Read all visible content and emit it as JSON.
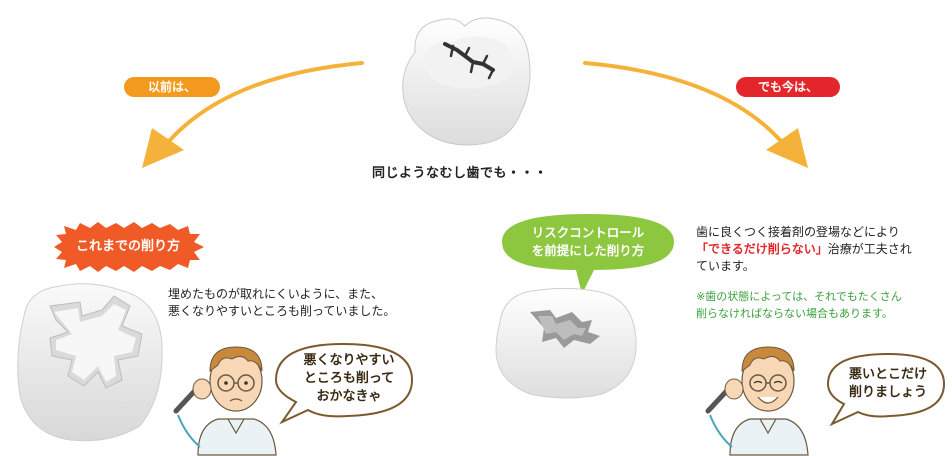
{
  "center": {
    "caption": "同じようなむし歯でも・・・"
  },
  "left": {
    "pill_label": "以前は、",
    "burst_label": "これまでの削り方",
    "description": [
      "埋めたものが取れにくいように、また、",
      "悪くなりやすいところも削っていました。"
    ],
    "speech": [
      "悪くなりやすい",
      "ところも削って",
      "おかなきゃ"
    ]
  },
  "right": {
    "pill_label": "でも今は、",
    "callout": [
      "リスクコントロール",
      "を前提にした削り方"
    ],
    "desc_line1": "歯に良くつく接着剤の登場などにより",
    "desc_highlight": "「できるだけ削らない」",
    "desc_after_highlight": "治療が工夫され",
    "desc_line3": "ています。",
    "note": [
      "※歯の状態によっては、それでもたくさん",
      "削らなければならない場合もあります。"
    ],
    "speech": [
      "悪いとこだけ",
      "削りましょう"
    ]
  },
  "colors": {
    "orange": "#f39a1e",
    "red": "#e3262b",
    "arrow": "#f5b23a",
    "burst": "#ef5a27",
    "green": "#8dc63f",
    "note_green": "#3aa03a",
    "bubble_border": "#7a5a2e"
  }
}
